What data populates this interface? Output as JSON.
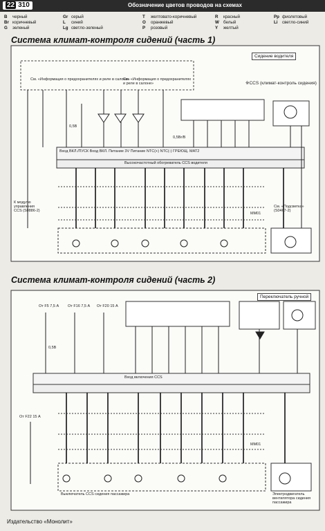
{
  "header": {
    "page_marker": "22",
    "page_number": "310",
    "title": "Обозначение цветов проводов на схемах"
  },
  "legend": [
    {
      "code": "B",
      "name": "черный"
    },
    {
      "code": "Br",
      "name": "коричневый"
    },
    {
      "code": "G",
      "name": "зеленый"
    },
    {
      "code": "Gr",
      "name": "серый"
    },
    {
      "code": "L",
      "name": "синий"
    },
    {
      "code": "Lg",
      "name": "светло-зеленый"
    },
    {
      "code": "T",
      "name": "желтовато-коричневый"
    },
    {
      "code": "O",
      "name": "оранжевый"
    },
    {
      "code": "P",
      "name": "розовый"
    },
    {
      "code": "R",
      "name": "красный"
    },
    {
      "code": "W",
      "name": "белый"
    },
    {
      "code": "Y",
      "name": "желтый"
    },
    {
      "code": "Pp",
      "name": "фиолетовый"
    },
    {
      "code": "Li",
      "name": "светло-синий"
    }
  ],
  "section1": {
    "title": "Система климат-контроля сидений (часть 1)",
    "driver_seat": "Сидение водителя",
    "ccs_note": "※CCS (климат-контроль сидения)",
    "left_info": "См. «Информация о предохранителях и реле в салоне»",
    "right_info": "См. «Информация о предохранителях и реле в салоне»",
    "ccs_unit": "Высокочастотный обогреватель CCS водителя",
    "inputs_row": "Вход ВКЛ./ПУСК     Вход ВКЛ.     Питание 3V     Питание     NTC(+)     NTC(-)     ГРЕЮЩ. МАТ2",
    "left_module": "К модулю управления CCS (S0886-2)",
    "mmo_label": "MM01",
    "right_part": "См. «Подсветка» (S0467-2)",
    "wire_b": "0,5B",
    "wire_br": "0,5Br/B"
  },
  "section2": {
    "title": "Система климат-контроля сидений (часть 2)",
    "passenger_switch": "Переключатель ручной",
    "left_fuses": "От F5 7,5 А",
    "mid_fuses": "От F16 7,5 А",
    "right_fuses": "От F20 15 А",
    "bottom_fuse": "От F22 15 А",
    "ccs_unit": "Вход включения CCS",
    "passenger_label": "Выключатель CCS сидения пассажира",
    "motor_label": "Электродвигатель вентилятора сидения пассажира",
    "mmo_label": "MM01",
    "wire_b": "0,5B"
  },
  "footer": {
    "publisher": "Издательство «Монолит»"
  }
}
